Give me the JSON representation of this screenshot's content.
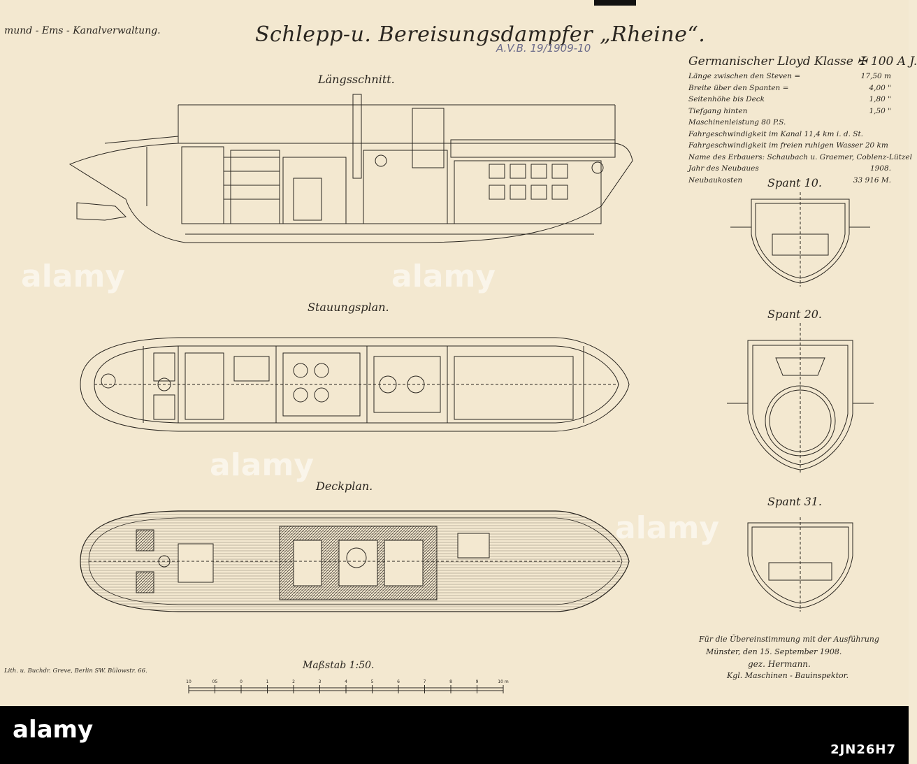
{
  "header": {
    "admin": "mund - Ems - Kanalverwaltung.",
    "title": "Schlepp-u. Bereisungsdampfer „Rheine“.",
    "pencil_note": "A.V.B. 19/1909-10"
  },
  "sections": {
    "longitudinal": "Längsschnitt.",
    "stowage": "Stauungsplan.",
    "deck": "Deckplan.",
    "frame10": "Spant 10.",
    "frame20": "Spant 20.",
    "frame31": "Spant 31."
  },
  "specs": {
    "title": "Germanischer Lloyd Klasse ✠ 100 A J.",
    "rows": [
      {
        "label": "Länge zwischen den Steven =",
        "value": "17,50 m"
      },
      {
        "label": "Breite über den Spanten =",
        "value": "4,00 \""
      },
      {
        "label": "Seitenhöhe bis Deck",
        "value": "1,80 \""
      },
      {
        "label": "Tiefgang hinten",
        "value": "1,50 \""
      },
      {
        "label": "Maschinenleistung 80 P.S.",
        "value": ""
      },
      {
        "label": "Fahrgeschwindigkeit im Kanal 11,4 km i. d. St.",
        "value": ""
      },
      {
        "label": "Fahrgeschwindigkeit im freien ruhigen Wasser 20 km",
        "value": ""
      },
      {
        "label": "Name des Erbauers: Schaubach u. Graemer, Coblenz-Lützel",
        "value": ""
      },
      {
        "label": "Jahr des Neubaues",
        "value": "1908."
      },
      {
        "label": "Neubaukosten",
        "value": "33 916 M."
      }
    ]
  },
  "footer": {
    "certify": "Für die Übereinstimmung mit der Ausführung",
    "place_date": "Münster, den 15. September 1908.",
    "signed": "gez. Hermann.",
    "role": "Kgl. Maschinen - Bauinspektor.",
    "litho": "Lith. u. Buchdr. Greve, Berlin SW. Bülowstr. 66.",
    "scale": "Maßstab 1:50.",
    "scale_ticks": [
      "10",
      "05",
      "0",
      "1",
      "2",
      "3",
      "4",
      "5",
      "6",
      "7",
      "8",
      "9",
      "10 m"
    ]
  },
  "watermark": {
    "brand": "alamy",
    "image_id": "2JN26H7"
  }
}
